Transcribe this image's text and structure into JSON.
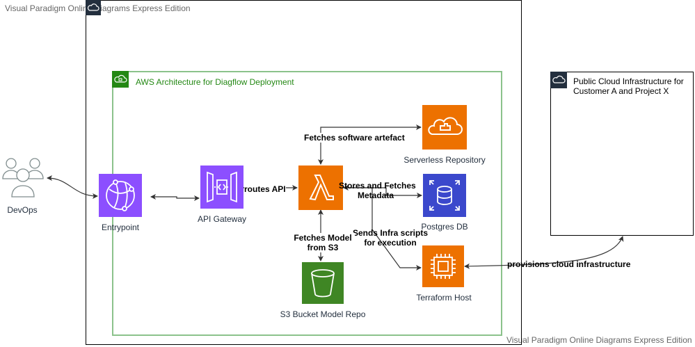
{
  "watermark_top": "Visual Paradigm Online Diagrams Express Edition",
  "watermark_bottom": "Visual Paradigm Online Diagrams Express Edition",
  "aws_group": {
    "title": "AWS Architecture for Diagflow Deployment"
  },
  "public_cloud": {
    "title_line1": "Public Cloud Infrastructure for",
    "title_line2": "Customer A and Project X"
  },
  "nodes": {
    "devops": "DevOps",
    "entrypoint": "Entrypoint",
    "api_gateway": "API Gateway",
    "serverless_repo": "Serverless Repository",
    "postgres": "Postgres DB",
    "terraform": "Terraform Host",
    "s3": "S3 Bucket Model Repo"
  },
  "edges": {
    "fetches_artefact": "Fetches software artefact",
    "routes_api": "routes API",
    "stores_fetches_line1": "Stores and Fetches",
    "stores_fetches_line2": "Metadata",
    "sends_infra_line1": "Sends Infra scripts",
    "sends_infra_line2": "for execution",
    "fetches_model_line1": "Fetches Model",
    "fetches_model_line2": "from S3",
    "provisions": "provisions cloud infrastructure"
  },
  "colors": {
    "network_purple": "#8c4fff",
    "compute_orange": "#ed7100",
    "database_blue": "#3b48cc",
    "storage_green": "#3f8624",
    "group_green": "#8bc28b"
  },
  "icons": {
    "devops": "users-icon",
    "entrypoint": "cloudfront-icon",
    "api_gateway": "api-gateway-icon",
    "lambda": "lambda-icon",
    "serverless_repo": "serverless-repository-icon",
    "postgres": "database-icon",
    "terraform": "ec2-chip-icon",
    "s3": "s3-bucket-icon"
  }
}
